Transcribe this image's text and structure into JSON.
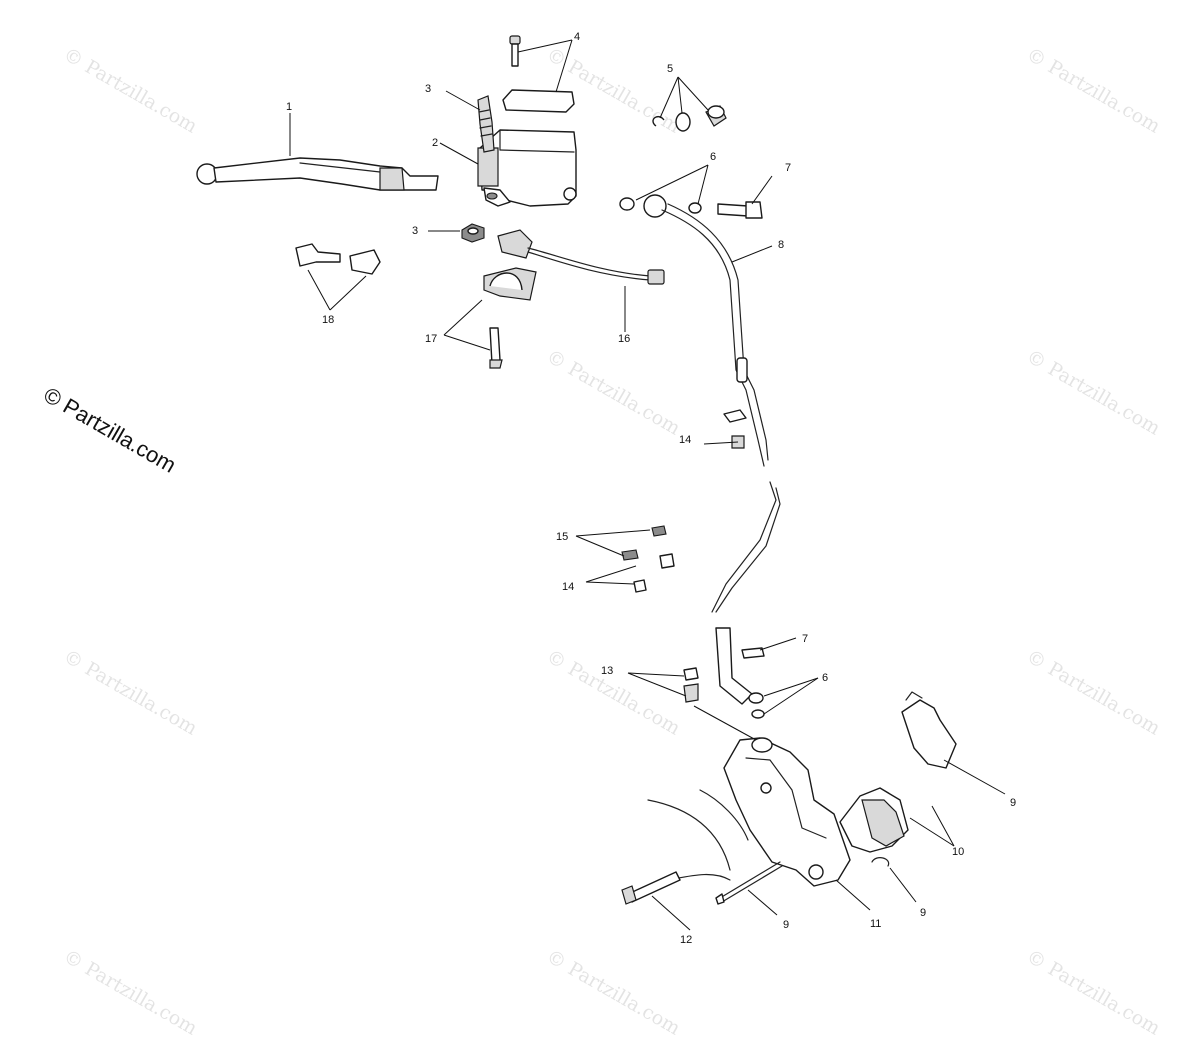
{
  "watermark": {
    "main": "© Partzilla.com",
    "repeat": "© Partzilla.com"
  },
  "callouts": [
    "1",
    "2",
    "3",
    "3",
    "4",
    "5",
    "6",
    "6",
    "7",
    "7",
    "8",
    "9",
    "9",
    "9",
    "10",
    "11",
    "12",
    "13",
    "14",
    "14",
    "15",
    "16",
    "17",
    "18"
  ]
}
